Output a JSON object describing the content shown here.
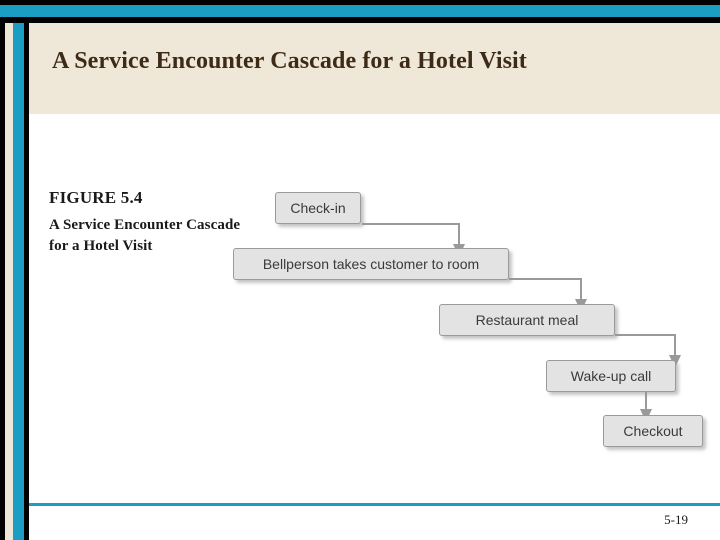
{
  "slide": {
    "title": "A Service Encounter Cascade for a Hotel Visit",
    "slide_number": "5-19",
    "accent_color": "#1a9ec4",
    "band_color": "#efe7d7",
    "title_color": "#3d2b17"
  },
  "figure": {
    "number_label": "FIGURE 5.4",
    "caption": "A Service Encounter Cascade for a Hotel Visit",
    "box_fill": "#e3e3e3",
    "box_border": "#9a9a9a",
    "steps": [
      {
        "label": "Check-in"
      },
      {
        "label": "Bellperson takes customer to room"
      },
      {
        "label": "Restaurant meal"
      },
      {
        "label": "Wake-up call"
      },
      {
        "label": "Checkout"
      }
    ]
  }
}
